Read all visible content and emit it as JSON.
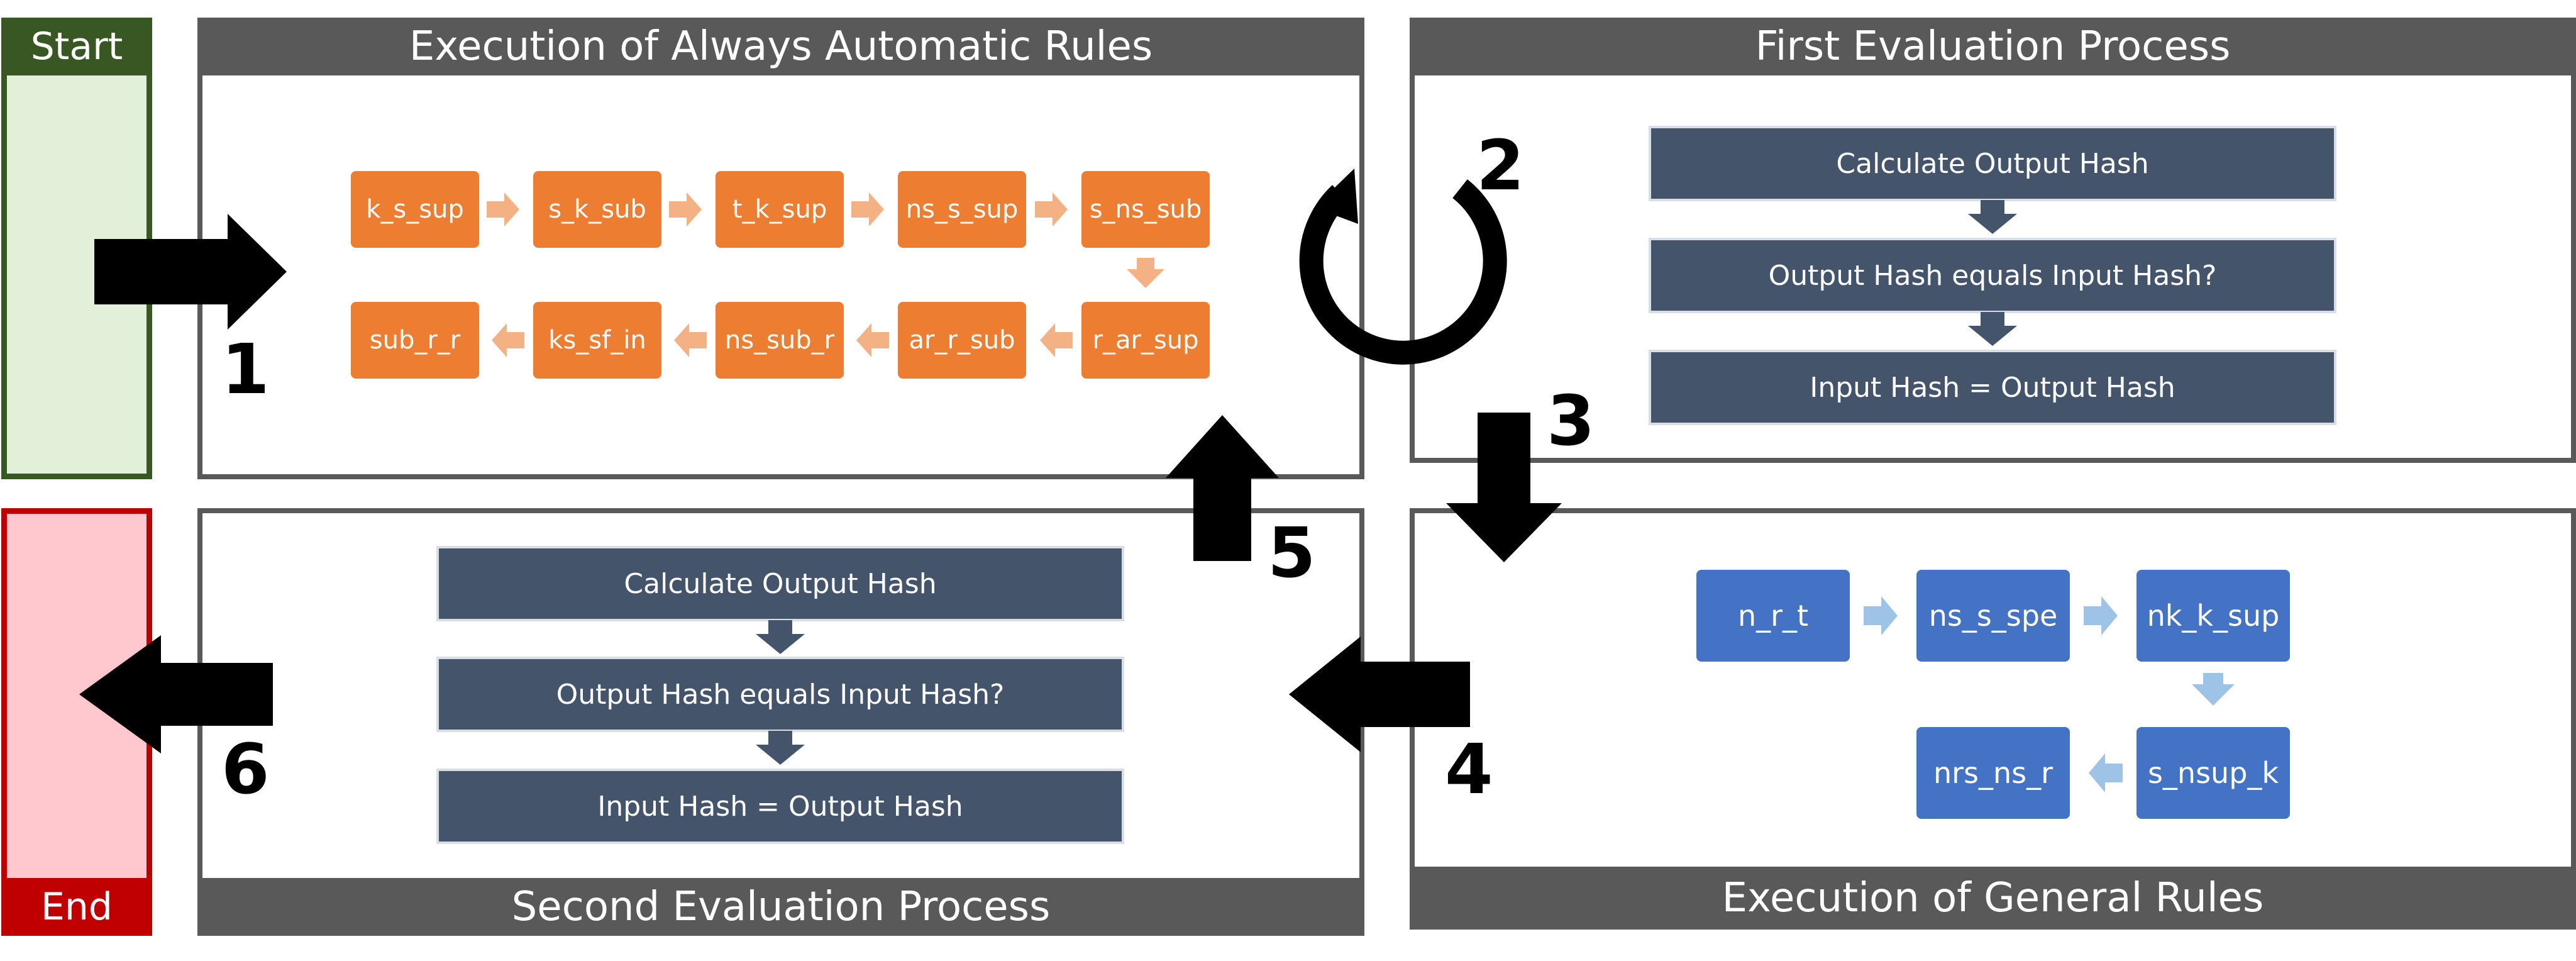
{
  "start": {
    "label": "Start"
  },
  "end": {
    "label": "End"
  },
  "sections": {
    "always_automatic": {
      "title": "Execution of Always Automatic Rules"
    },
    "first_evaluation": {
      "title": "First Evaluation Process"
    },
    "second_evaluation": {
      "title": "Second Evaluation Process"
    },
    "general_rules": {
      "title": "Execution of General Rules"
    }
  },
  "always_automatic_rules": {
    "row1": [
      "k_s_sup",
      "s_k_sub",
      "t_k_sup",
      "ns_s_sup",
      "s_ns_sub"
    ],
    "row2": [
      "sub_r_r",
      "ks_sf_in",
      "ns_sub_r",
      "ar_r_sub",
      "r_ar_sup"
    ]
  },
  "first_evaluation_steps": [
    "Calculate Output Hash",
    "Output Hash equals Input Hash?",
    "Input Hash = Output Hash"
  ],
  "second_evaluation_steps": [
    "Calculate Output Hash",
    "Output Hash equals Input Hash?",
    "Input Hash = Output Hash"
  ],
  "general_rules": {
    "row1": [
      "n_r_t",
      "ns_s_spe",
      "nk_k_sup"
    ],
    "row2": [
      "nrs_ns_r",
      "s_nsup_k"
    ]
  },
  "step_numbers": [
    "1",
    "2",
    "3",
    "4",
    "5",
    "6"
  ],
  "colors": {
    "start_green": "#385723",
    "end_red": "#c00000",
    "panel_gray": "#595959",
    "orange_rule": "#ed7d31",
    "blue_rule": "#4472c4",
    "navy_step": "#44546a"
  }
}
